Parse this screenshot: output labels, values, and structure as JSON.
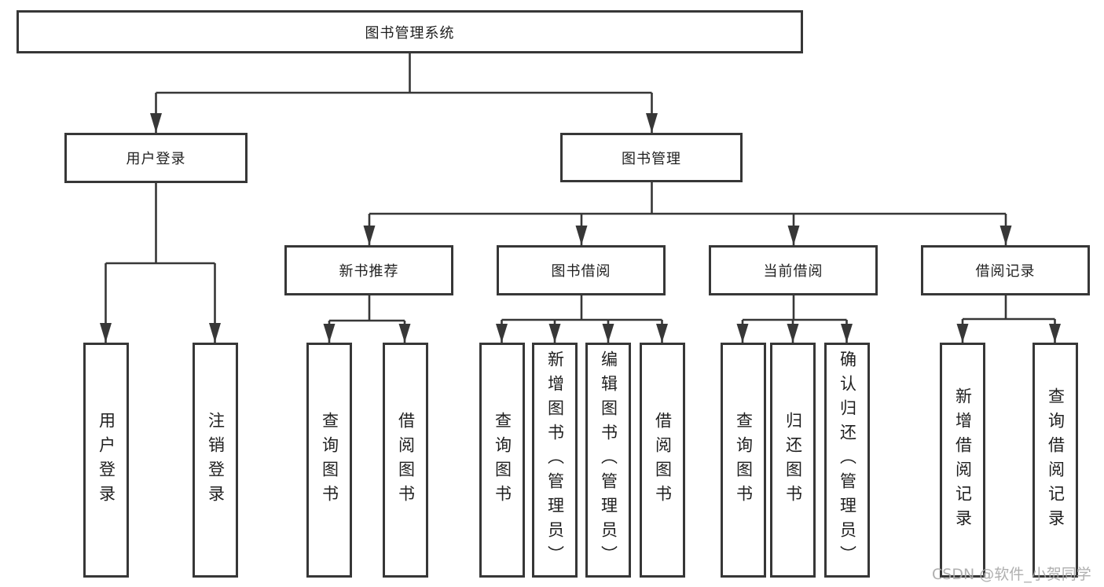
{
  "diagram": {
    "root": "图书管理系统",
    "user_login": {
      "label": "用户登录",
      "children": [
        "用户登录",
        "注销登录"
      ]
    },
    "book_mgmt": {
      "label": "图书管理",
      "sections": [
        {
          "label": "新书推荐",
          "children": [
            "查询图书",
            "借阅图书"
          ]
        },
        {
          "label": "图书借阅",
          "children": [
            "查询图书",
            "新增图书（管理员）",
            "编辑图书（管理员）",
            "借阅图书"
          ]
        },
        {
          "label": "当前借阅",
          "children": [
            "查询图书",
            "归还图书",
            "确认归还（管理员）"
          ]
        },
        {
          "label": "借阅记录",
          "children": [
            "新增借阅记录",
            "查询借阅记录"
          ]
        }
      ]
    }
  },
  "watermark": {
    "text": "CSDN @软件_小贺同学"
  },
  "colors": {
    "line": "#373737",
    "text": "#1f1f1f",
    "background": "#ffffff",
    "watermark": "#a8a8a8"
  }
}
